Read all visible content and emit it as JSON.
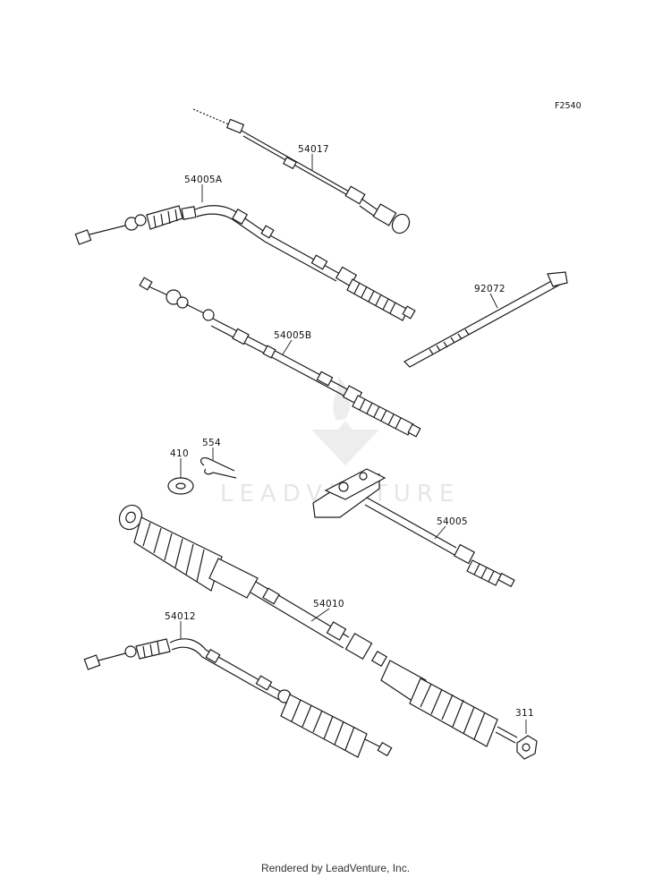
{
  "figure_code": "F2540",
  "watermark": {
    "brand": "LEADVENTURE",
    "logo": "leadventure-logo-icon"
  },
  "parts": [
    {
      "ref": "54017"
    },
    {
      "ref": "54005A"
    },
    {
      "ref": "92072"
    },
    {
      "ref": "54005B"
    },
    {
      "ref": "410"
    },
    {
      "ref": "554"
    },
    {
      "ref": "54005"
    },
    {
      "ref": "54010"
    },
    {
      "ref": "54012"
    },
    {
      "ref": "311"
    }
  ],
  "footer": "Rendered by LeadVenture, Inc."
}
